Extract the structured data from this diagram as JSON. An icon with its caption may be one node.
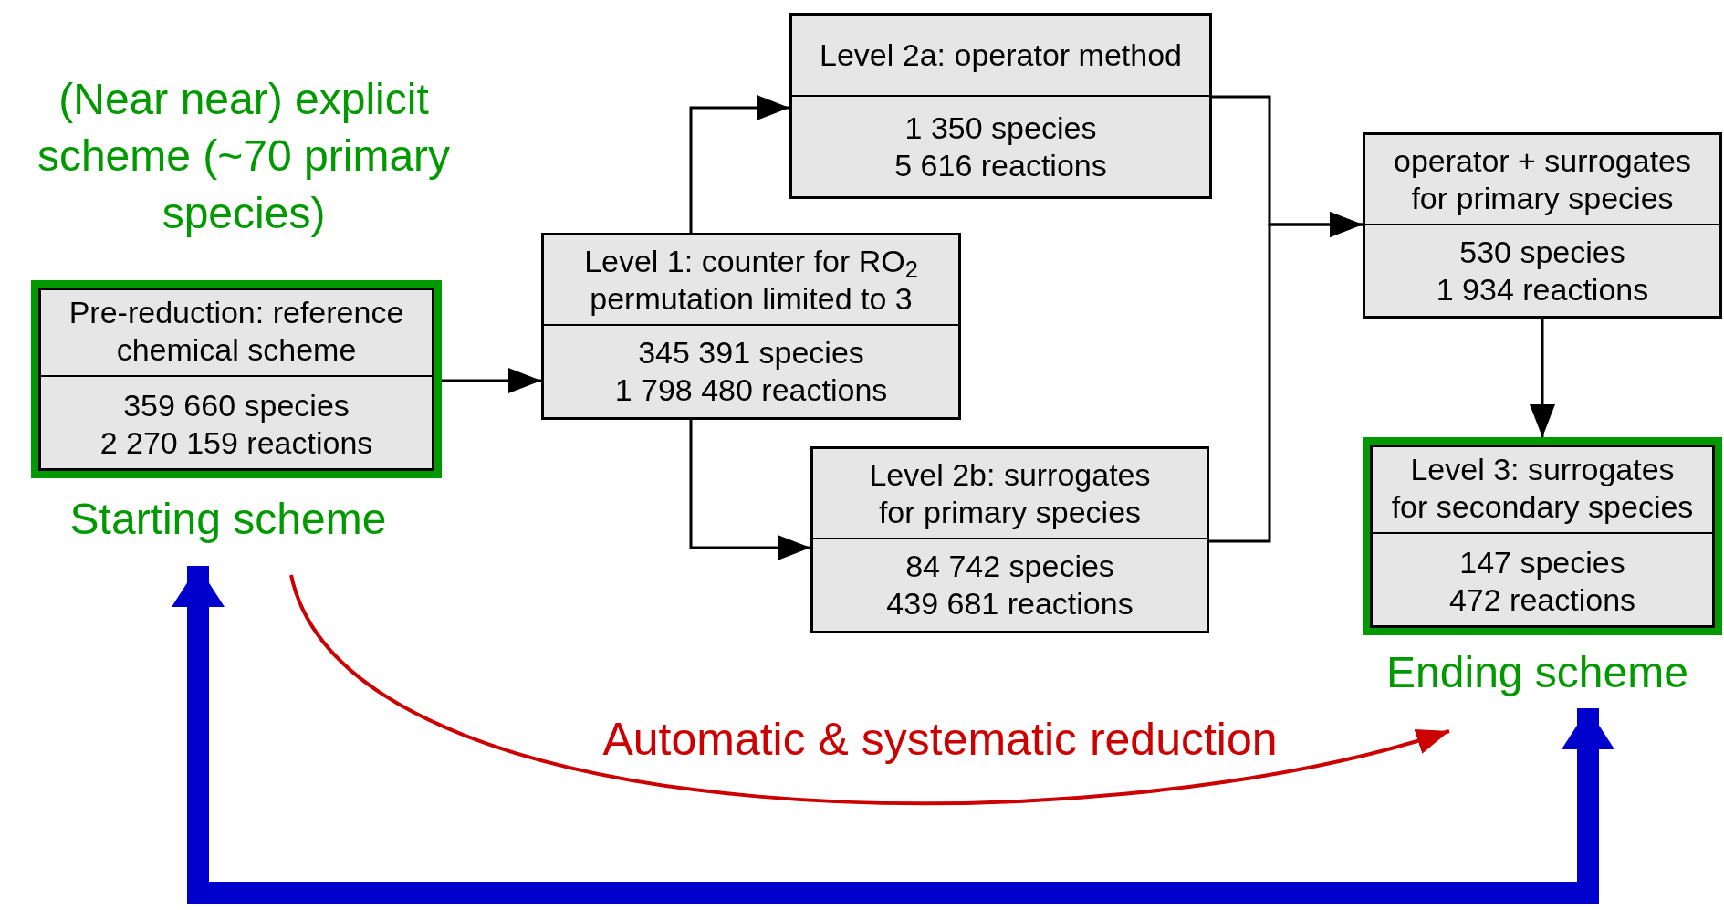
{
  "diagram": {
    "nodes": [
      {
        "text": [
          "Pre-reduction: reference chemical scheme",
          "359 660 species",
          "2 270 159 reactions"
        ],
        "beside": [
          "(Near near) explicit scheme (~70 primary species)",
          "Starting scheme"
        ]
      },
      {
        "text": [
          "Level 1: counter for RO$_{2}$ permutation limited to 3",
          "345 391 species",
          "1 798 480 reactions"
        ]
      },
      {
        "text": [
          "Level 2a: operator method",
          "1 350 species",
          "5 616 reactions"
        ]
      },
      {
        "text": [
          "Level 2b: surrogates for primary species",
          "84 742 species",
          "439 681 reactions"
        ]
      },
      {
        "text": [
          "operator + surrogates for primary species",
          "530 species",
          "1 934 reactions"
        ]
      },
      {
        "text": [
          "Level 3: surrogates for secondary species",
          "147 species",
          "472 reactions"
        ],
        "beside": [
          "Ending scheme"
        ]
      }
    ],
    "edges": [
      {
        "from": 0,
        "to": 1,
        "arrow": "to"
      },
      {
        "from": 1,
        "to": 2,
        "arrow": "to"
      },
      {
        "from": 1,
        "to": 3,
        "arrow": "to"
      },
      {
        "from": 2,
        "to": 4,
        "arrow": "to"
      },
      {
        "from": 3,
        "to": 4,
        "arrow": "to"
      },
      {
        "from": 4,
        "to": 5,
        "arrow": "to"
      },
      {
        "from": 0,
        "to": 5,
        "arrow": "to",
        "label": "Automatic & systematic reduction",
        "color": "#cc0000"
      },
      {
        "from": 0,
        "to": 5,
        "arrow": "both",
        "style": "thick",
        "color": "#0000cc"
      }
    ]
  }
}
